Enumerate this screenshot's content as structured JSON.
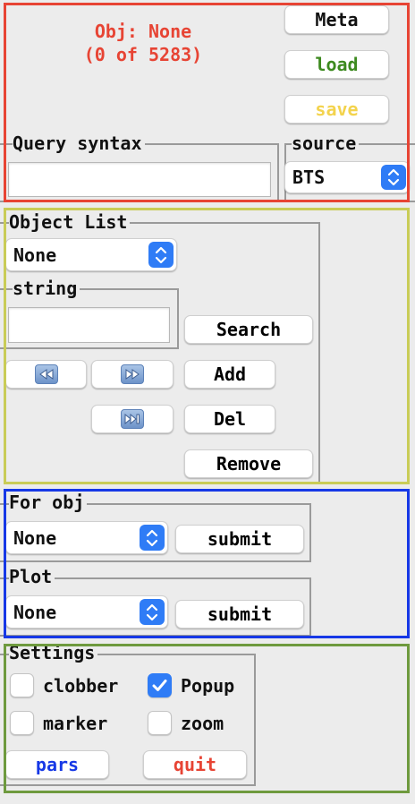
{
  "header": {
    "obj_label": "Obj: None",
    "obj_count": "(0 of 5283)",
    "meta_label": "Meta",
    "load_label": "load",
    "save_label": "save"
  },
  "query": {
    "label": "Query syntax",
    "value": ""
  },
  "source": {
    "label": "source",
    "selected": "BTS"
  },
  "object_list": {
    "label": "Object List",
    "selected": "None",
    "string_label": "string",
    "string_value": "",
    "search_label": "Search",
    "add_label": "Add",
    "del_label": "Del",
    "remove_label": "Remove",
    "rewind_icon": "rewind-icon",
    "fast_forward_icon": "fast-forward-icon",
    "skip_end_icon": "skip-to-end-icon"
  },
  "for_obj": {
    "label": "For obj",
    "selected": "None",
    "submit_label": "submit"
  },
  "plot": {
    "label": "Plot",
    "selected": "None",
    "submit_label": "submit"
  },
  "settings": {
    "label": "Settings",
    "clobber_label": "clobber",
    "clobber_checked": false,
    "popup_label": "Popup",
    "popup_checked": true,
    "marker_label": "marker",
    "marker_checked": false,
    "zoom_label": "zoom",
    "zoom_checked": false,
    "pars_label": "pars",
    "quit_label": "quit"
  },
  "colors": {
    "red": "#e74434",
    "green": "#3d8a1f",
    "yellow": "#f3d34d",
    "blue": "#1638e6",
    "olive": "#c9cc57",
    "settings_green": "#6e9a3e",
    "accent": "#2f7cf6"
  }
}
